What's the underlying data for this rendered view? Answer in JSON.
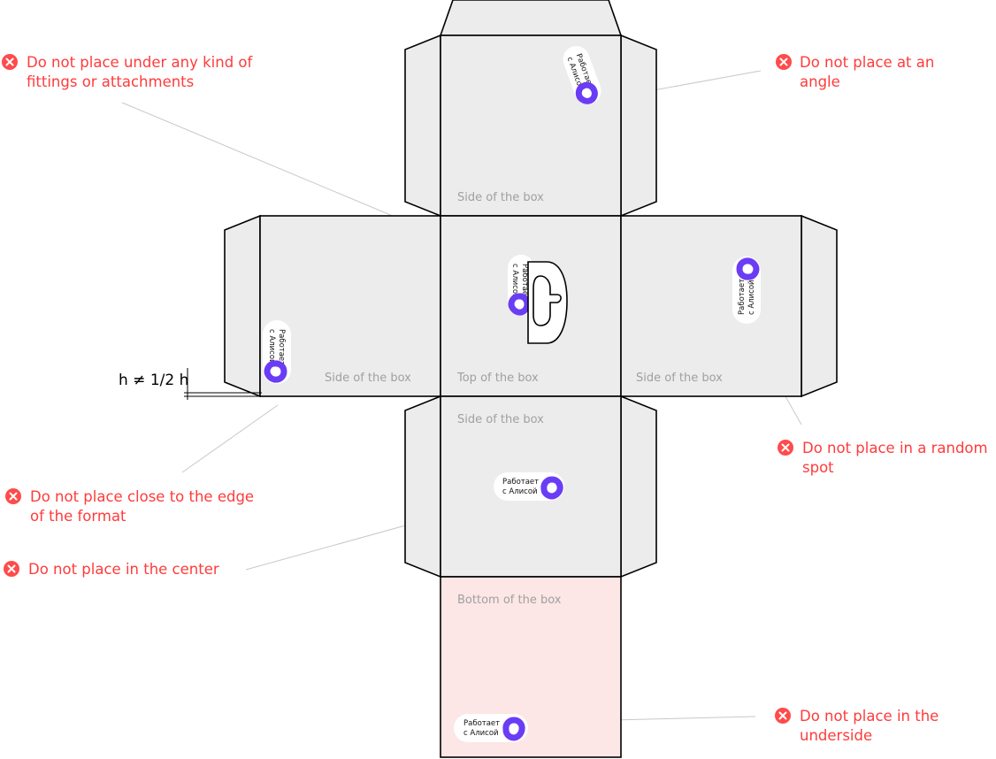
{
  "faces": {
    "side_top": "Side of the box",
    "side_left": "Side of the box",
    "top": "Top of the box",
    "side_right": "Side of the box",
    "side_lower": "Side of the box",
    "bottom": "Bottom of the box"
  },
  "badge": {
    "line1": "Работает",
    "line2": "с Алисой",
    "ring_color": "#6b3cf5"
  },
  "measurement": {
    "label": "h ≠ 1/2 h"
  },
  "warnings": [
    {
      "id": "fittings",
      "lines": [
        "Do not place under any kind of",
        "fittings or attachments"
      ]
    },
    {
      "id": "angle",
      "lines": [
        "Do not place at an",
        "angle"
      ]
    },
    {
      "id": "random",
      "lines": [
        "Do not place in a random",
        "spot"
      ]
    },
    {
      "id": "edge",
      "lines": [
        "Do not place close to the edge",
        "of the format"
      ]
    },
    {
      "id": "center",
      "lines": [
        "Do not place in the center"
      ]
    },
    {
      "id": "underside",
      "lines": [
        "Do not place in the",
        "underside"
      ]
    }
  ],
  "colors": {
    "warning": "#ff3b3b",
    "panel": "#ececec",
    "bottom_panel": "#fde6e6",
    "brand": "#6b3cf5"
  }
}
